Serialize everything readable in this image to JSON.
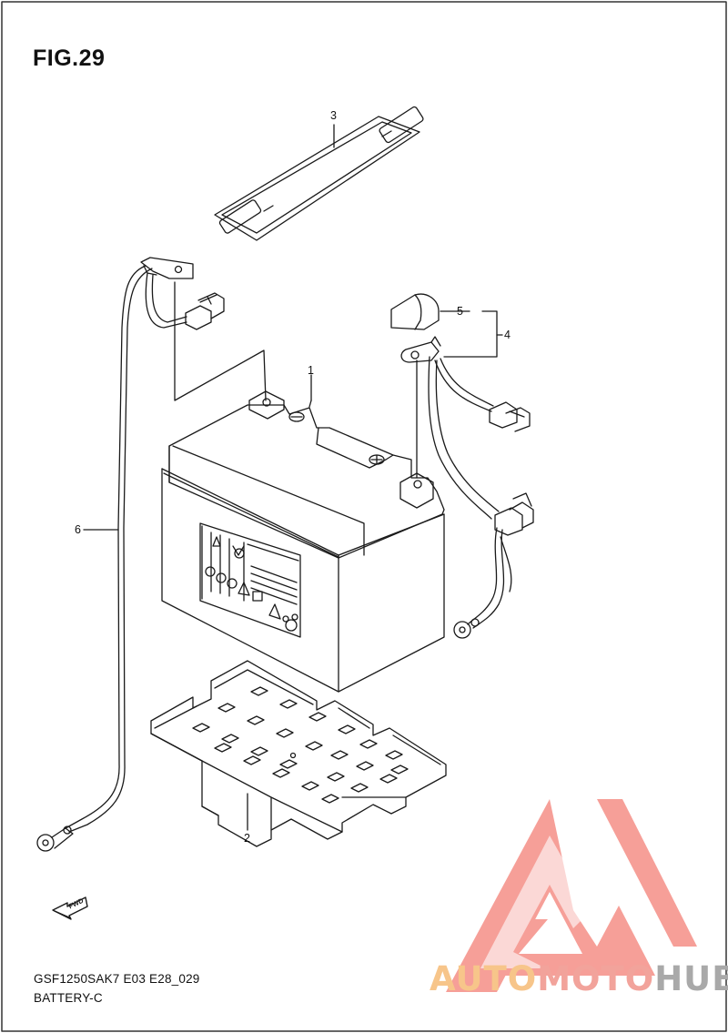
{
  "figure": {
    "title": "FIG.29",
    "code": "GSF1250SAK7 E03 E28_029",
    "subtitle": "BATTERY-C"
  },
  "callouts": [
    "1",
    "2",
    "3",
    "4",
    "5",
    "6"
  ],
  "arrow_label": "FWD",
  "watermark": {
    "part1": "AUTO",
    "part2": "MOTO",
    "part3": "HUB",
    "colors": {
      "auto": "#f7c58a",
      "moto": "#f2a39b",
      "hub": "#a9a9a9",
      "triangle": "#f4877e"
    }
  }
}
